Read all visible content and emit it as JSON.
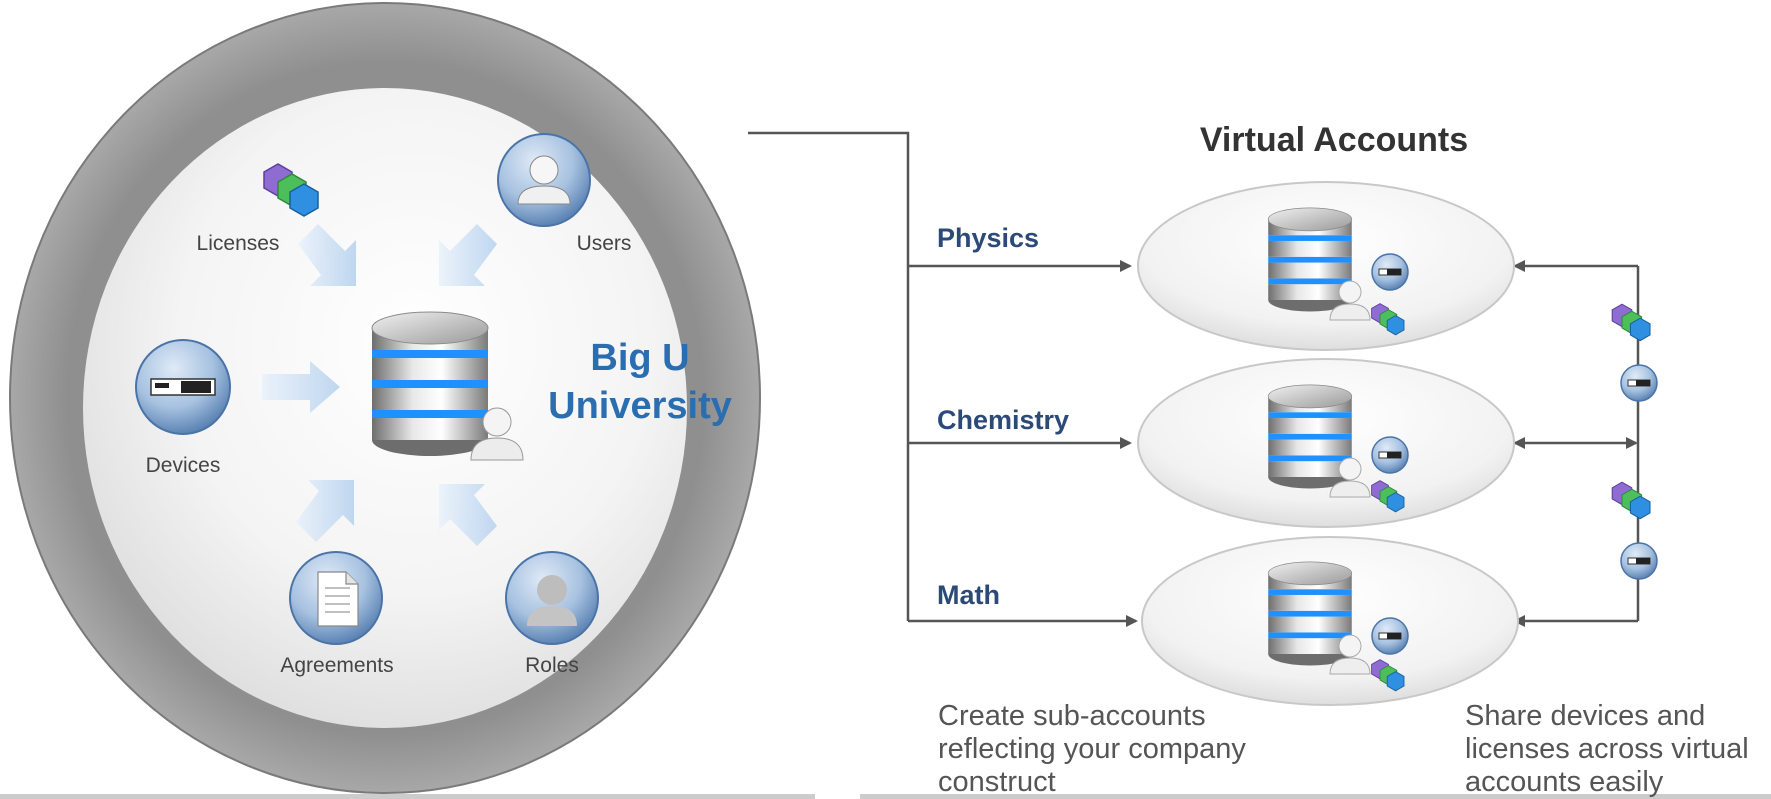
{
  "hub": {
    "title_line1": "Big U",
    "title_line2": "University",
    "items": [
      {
        "label": "Licenses",
        "icon": "licenses-hexagon-icon"
      },
      {
        "label": "Users",
        "icon": "user-icon"
      },
      {
        "label": "Devices",
        "icon": "device-icon"
      },
      {
        "label": "Agreements",
        "icon": "document-icon"
      },
      {
        "label": "Roles",
        "icon": "role-icon"
      }
    ]
  },
  "virtual_accounts": {
    "title": "Virtual Accounts",
    "accounts": [
      {
        "label": "Physics"
      },
      {
        "label": "Chemistry"
      },
      {
        "label": "Math"
      }
    ]
  },
  "captions": {
    "left": [
      "Create sub-accounts",
      "reflecting your company",
      "construct"
    ],
    "right": [
      "Share devices and",
      "licenses across virtual",
      "accounts easily"
    ]
  },
  "colors": {
    "ring": "#9b9b9b",
    "title_blue": "#2a6db0",
    "account_label": "#2c4a78",
    "connector": "#555555",
    "icon_blue": "#5a8fc8",
    "disk_stripe": "#1e90ff"
  }
}
